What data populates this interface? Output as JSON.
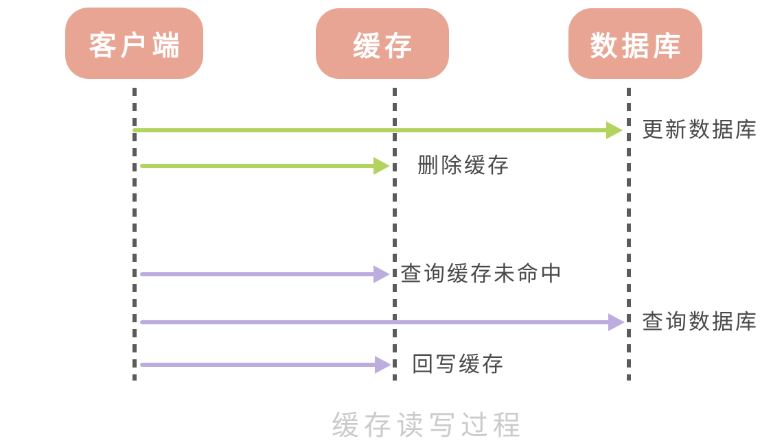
{
  "diagram": {
    "type": "sequence-diagram",
    "caption": "缓存读写过程",
    "actors": [
      {
        "id": "client",
        "label": "客户端"
      },
      {
        "id": "cache",
        "label": "缓存"
      },
      {
        "id": "database",
        "label": "数据库"
      }
    ],
    "messages": [
      {
        "label": "更新数据库",
        "from": "client",
        "to": "database",
        "color": "green"
      },
      {
        "label": "删除缓存",
        "from": "client",
        "to": "cache",
        "color": "green"
      },
      {
        "label": "查询缓存未命中",
        "from": "client",
        "to": "cache",
        "color": "purple"
      },
      {
        "label": "查询数据库",
        "from": "client",
        "to": "database",
        "color": "purple"
      },
      {
        "label": "回写缓存",
        "from": "client",
        "to": "cache",
        "color": "purple"
      }
    ],
    "colors": {
      "actor_fill": "#E8A593",
      "actor_text": "#FFFFFF",
      "arrow_green": "#B2D45F",
      "arrow_purple": "#BDADDF",
      "lifeline": "#5B5B5B",
      "message_text": "#4A4A4A",
      "caption_text": "#CBCBCB"
    }
  }
}
